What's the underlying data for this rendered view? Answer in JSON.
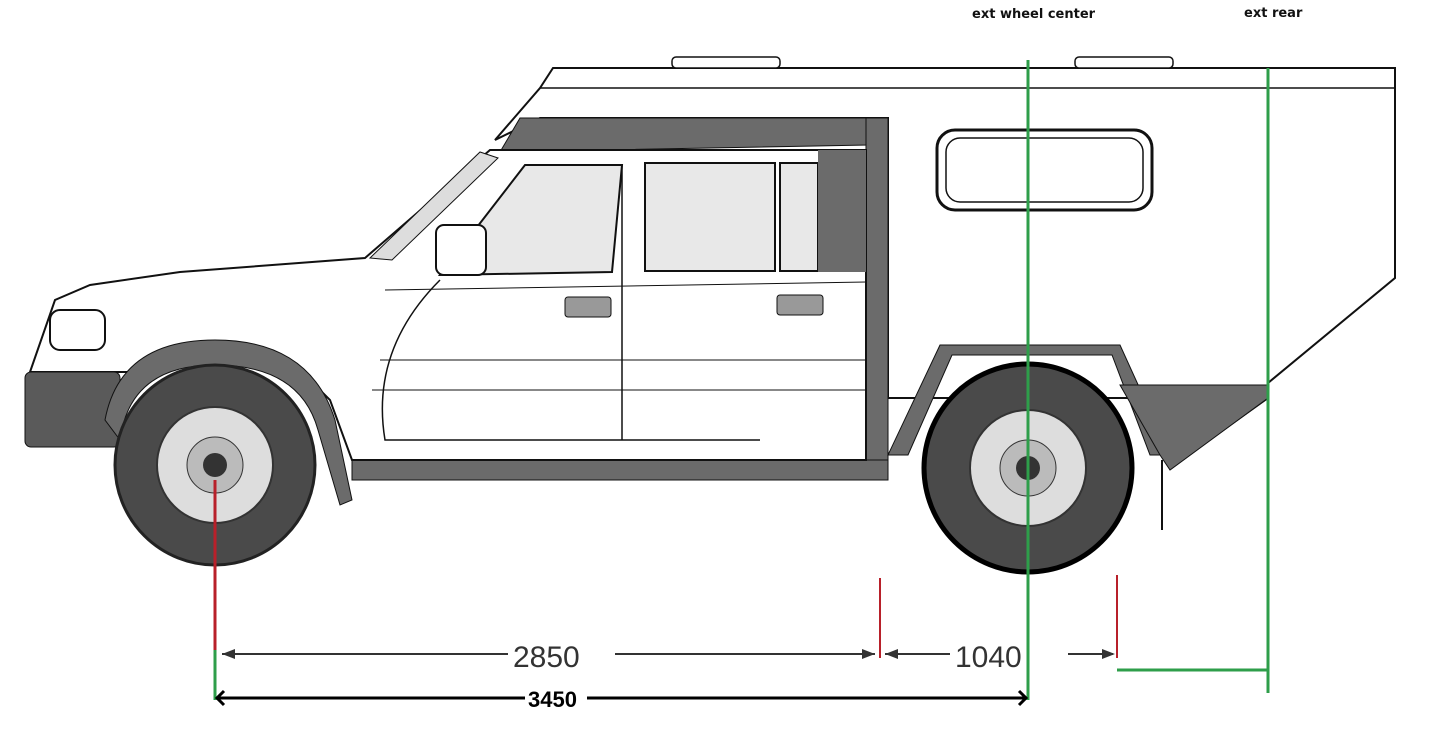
{
  "labels": {
    "ext_wheel_center": "ext wheel center",
    "ext_rear": "ext rear"
  },
  "dimensions": {
    "wheelbase": "2850",
    "rear_extension": "1040",
    "extended_wheelbase": "3450"
  },
  "colors": {
    "green_line": "#2e9e4a",
    "red_line": "#b8202a",
    "body_gray": "#6b6b6b",
    "tire": "#4a4a4a"
  }
}
